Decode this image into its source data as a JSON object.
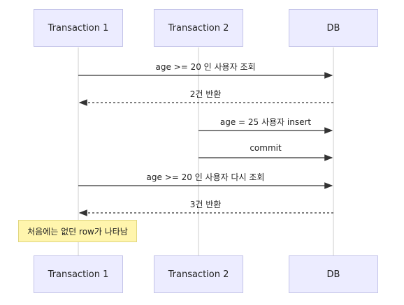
{
  "actors": [
    {
      "name": "Transaction 1"
    },
    {
      "name": "Transaction 2"
    },
    {
      "name": "DB"
    }
  ],
  "messages": [
    {
      "from": 0,
      "to": 2,
      "text": "age >= 20 인 사용자 조회",
      "style": "solid"
    },
    {
      "from": 2,
      "to": 0,
      "text": "2건 반환",
      "style": "dashed"
    },
    {
      "from": 1,
      "to": 2,
      "text": "age = 25 사용자 insert",
      "style": "solid"
    },
    {
      "from": 1,
      "to": 2,
      "text": "commit",
      "style": "solid"
    },
    {
      "from": 0,
      "to": 2,
      "text": "age >= 20 인 사용자 다시 조회",
      "style": "solid"
    },
    {
      "from": 2,
      "to": 0,
      "text": "3건 반환",
      "style": "dashed"
    }
  ],
  "note": {
    "text": "처음에는 없던 row가 나타남"
  },
  "colors": {
    "actor_fill": "#ececff",
    "actor_border": "#c3c3e8",
    "note_fill": "#fff5ad",
    "line": "#333333"
  }
}
